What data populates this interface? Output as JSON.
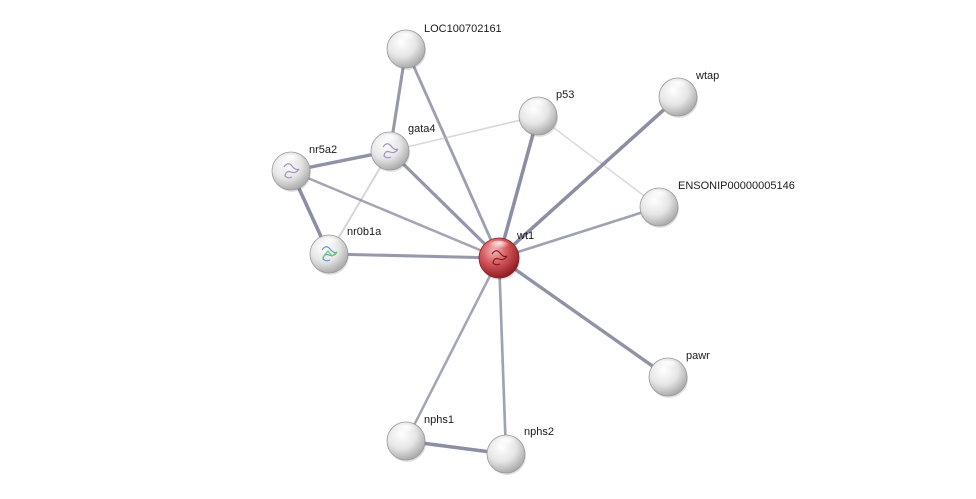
{
  "network": {
    "center": "wt1",
    "nodes": [
      {
        "id": "wt1",
        "label": "wt1",
        "style": "query",
        "has_structure": true
      },
      {
        "id": "LOC100702161",
        "label": "LOC100702161",
        "style": "plain",
        "has_structure": false
      },
      {
        "id": "p53",
        "label": "p53",
        "style": "plain",
        "has_structure": false
      },
      {
        "id": "wtap",
        "label": "wtap",
        "style": "plain",
        "has_structure": false
      },
      {
        "id": "gata4",
        "label": "gata4",
        "style": "plain",
        "has_structure": true
      },
      {
        "id": "nr5a2",
        "label": "nr5a2",
        "style": "plain",
        "has_structure": true
      },
      {
        "id": "ENSONIP00000005146",
        "label": "ENSONIP00000005146",
        "style": "plain",
        "has_structure": false
      },
      {
        "id": "nr0b1a",
        "label": "nr0b1a",
        "style": "plain",
        "has_structure": true
      },
      {
        "id": "pawr",
        "label": "pawr",
        "style": "plain",
        "has_structure": false
      },
      {
        "id": "nphs1",
        "label": "nphs1",
        "style": "plain",
        "has_structure": false
      },
      {
        "id": "nphs2",
        "label": "nphs2",
        "style": "plain",
        "has_structure": false
      }
    ],
    "edges": [
      {
        "source": "LOC100702161",
        "target": "gata4",
        "strength": 0.7
      },
      {
        "source": "LOC100702161",
        "target": "wt1",
        "strength": 0.6
      },
      {
        "source": "p53",
        "target": "wt1",
        "strength": 0.85
      },
      {
        "source": "p53",
        "target": "gata4",
        "strength": 0.2
      },
      {
        "source": "p53",
        "target": "ENSONIP00000005146",
        "strength": 0.15
      },
      {
        "source": "wtap",
        "target": "wt1",
        "strength": 0.85
      },
      {
        "source": "gata4",
        "target": "wt1",
        "strength": 0.75
      },
      {
        "source": "gata4",
        "target": "nr5a2",
        "strength": 0.8
      },
      {
        "source": "gata4",
        "target": "nr0b1a",
        "strength": 0.3
      },
      {
        "source": "nr5a2",
        "target": "nr0b1a",
        "strength": 0.85
      },
      {
        "source": "nr5a2",
        "target": "wt1",
        "strength": 0.5
      },
      {
        "source": "nr0b1a",
        "target": "wt1",
        "strength": 0.7
      },
      {
        "source": "ENSONIP00000005146",
        "target": "wt1",
        "strength": 0.55
      },
      {
        "source": "pawr",
        "target": "wt1",
        "strength": 0.8
      },
      {
        "source": "nphs1",
        "target": "wt1",
        "strength": 0.5
      },
      {
        "source": "nphs2",
        "target": "wt1",
        "strength": 0.55
      },
      {
        "source": "nphs1",
        "target": "nphs2",
        "strength": 0.85
      }
    ]
  },
  "colors": {
    "query_node": "#c2282e",
    "plain_node": "#d9d9d9",
    "edge": "#7c7f96",
    "edge_weak": "#b8b8c0",
    "label": "#1a1a1a",
    "background": "#ffffff"
  }
}
